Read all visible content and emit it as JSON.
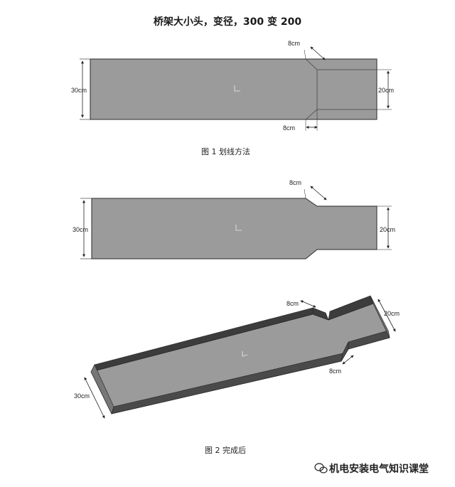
{
  "title": "桥架大小头，变径，300 变 200",
  "fig1": {
    "caption": "图 1  划线方法",
    "left": "30cm",
    "right": "20cm",
    "top_chamfer": "8cm",
    "bottom_chamfer": "8cm"
  },
  "fig2a": {
    "left": "30cm",
    "right": "20cm",
    "chamfer": "8cm"
  },
  "fig2b": {
    "caption": "图 2  完成后",
    "left": "30cm",
    "right": "20cm",
    "top_chamfer": "8cm",
    "bottom_chamfer": "8cm"
  },
  "watermark": "机电安装电气知识课堂",
  "colors": {
    "plate": "#9b9b9b",
    "plate_dark": "#3c3c3c",
    "outline": "#2a2a2a"
  }
}
